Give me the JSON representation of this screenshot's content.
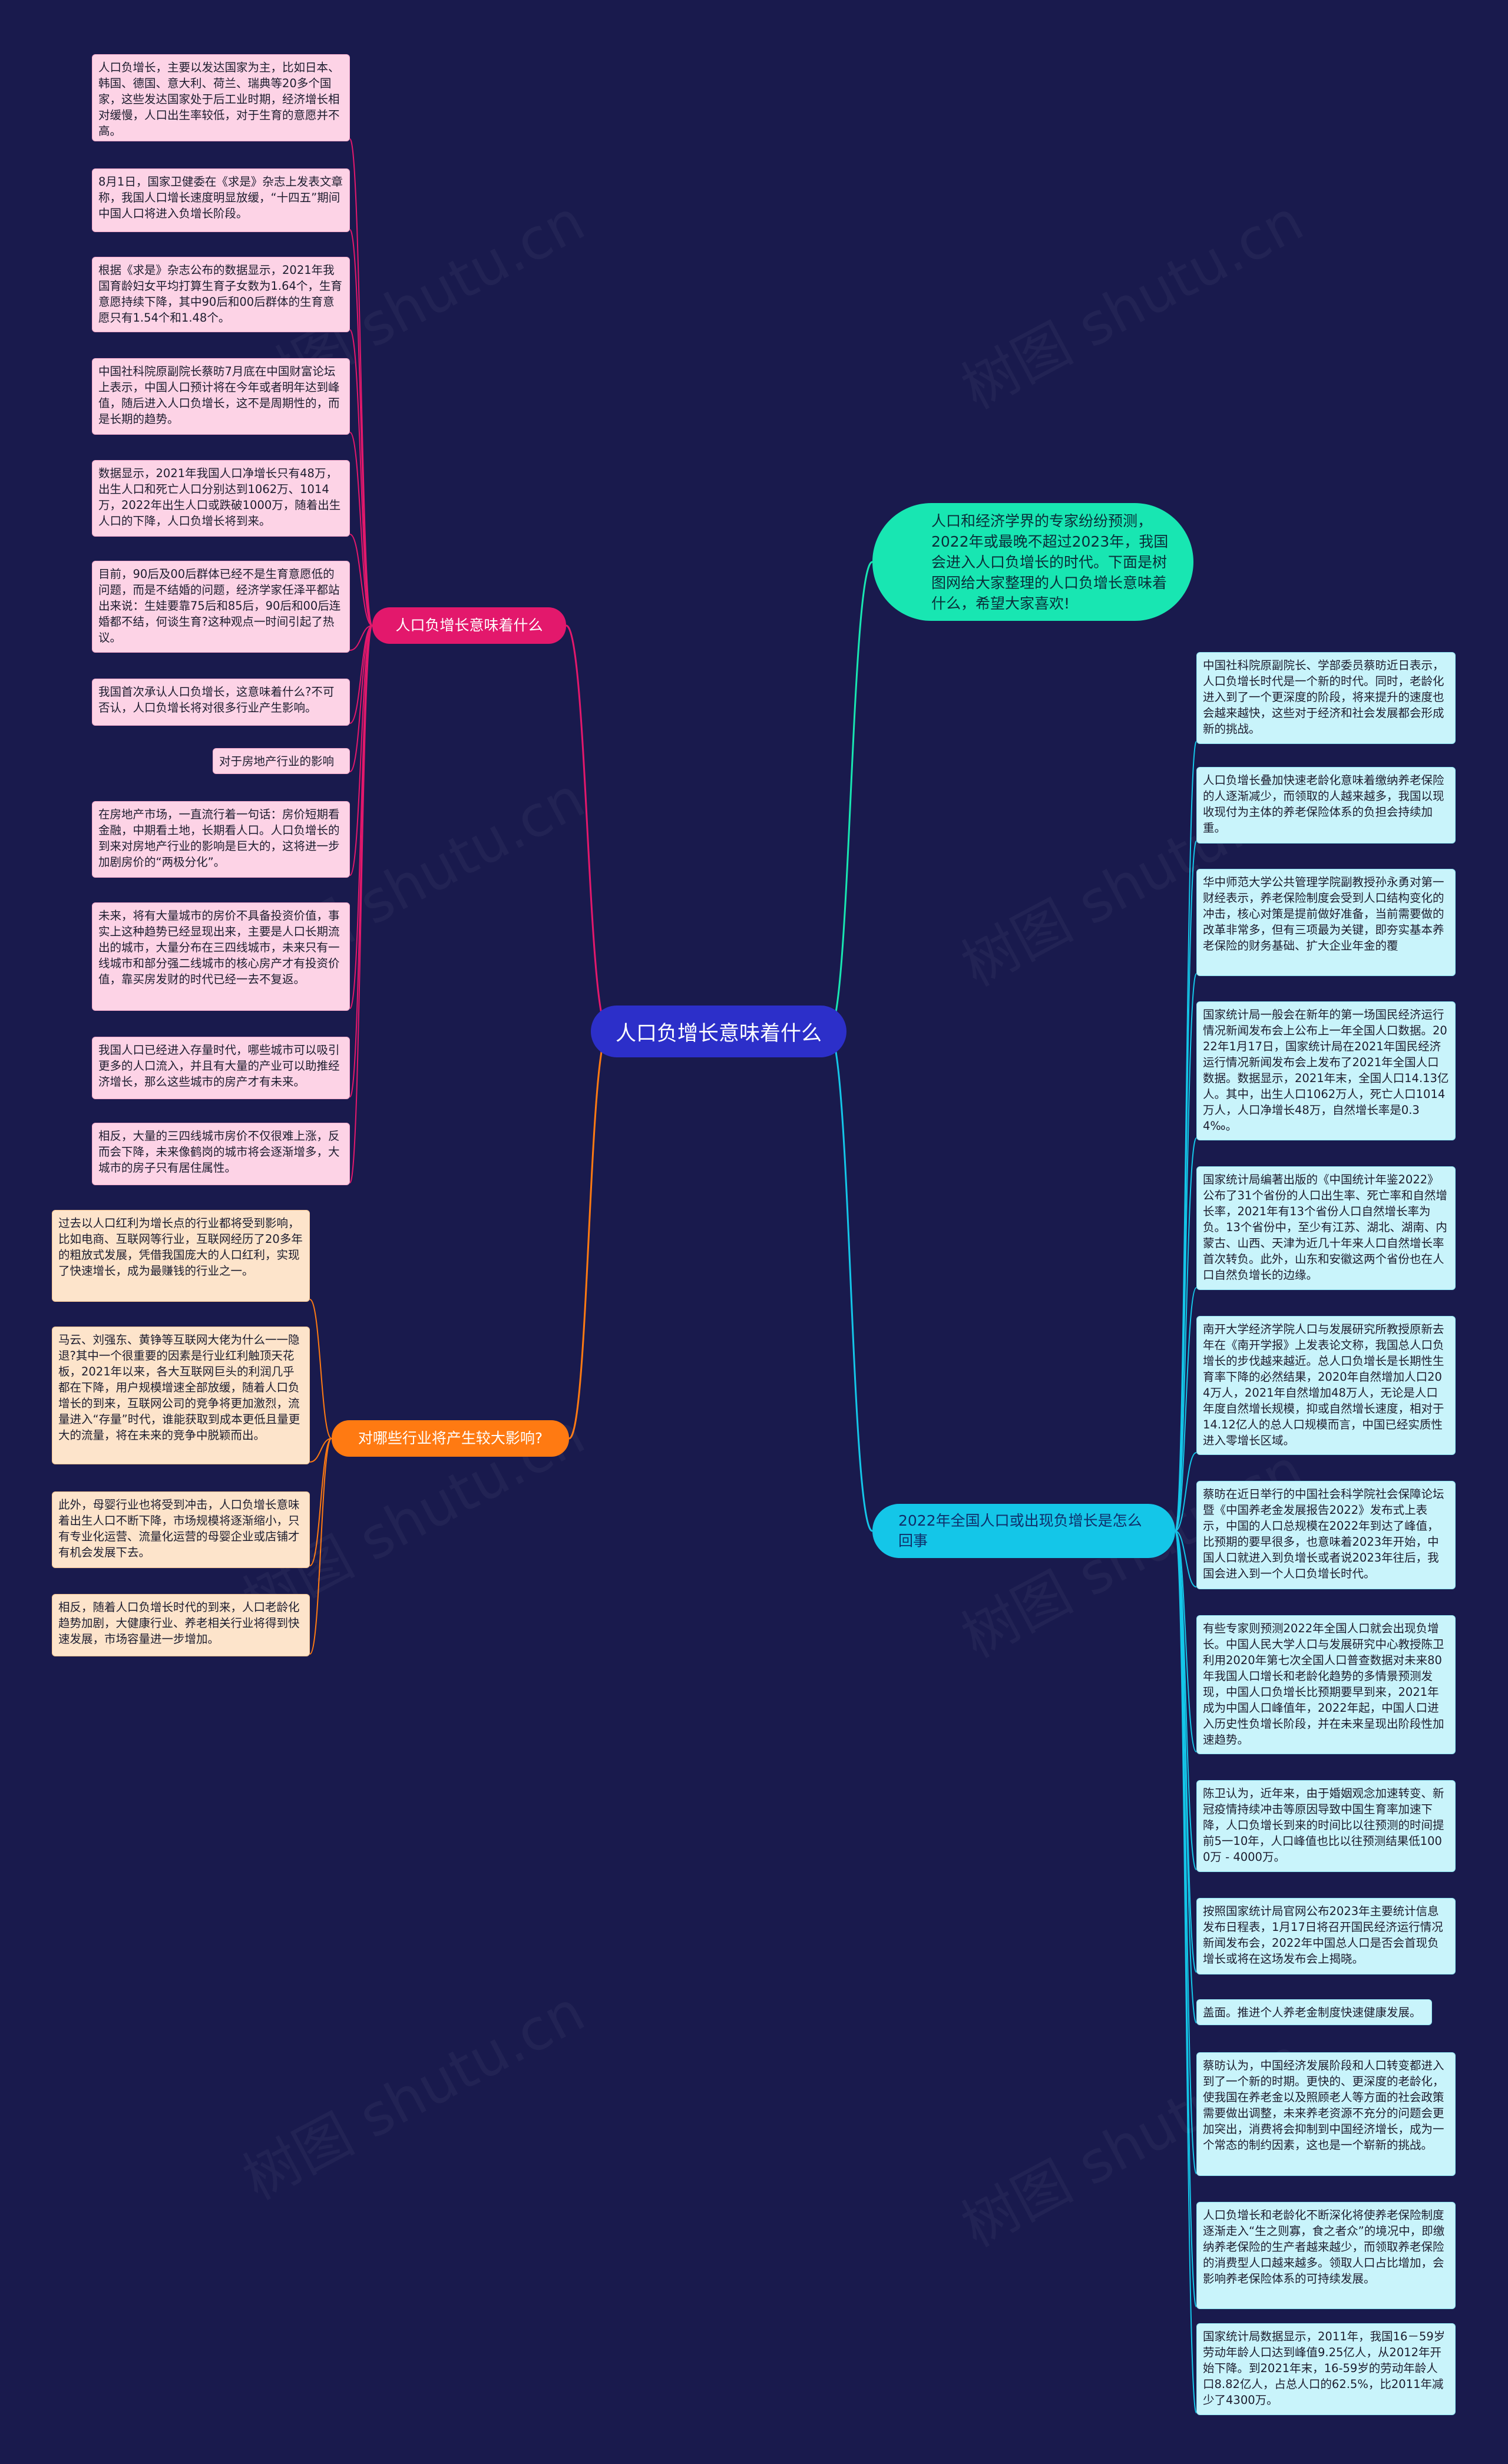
{
  "root": {
    "label": "人口负增长意味着什么"
  },
  "branches": {
    "meaning": {
      "label": "人口负增长意味着什么",
      "items": [
        "人口负增长，主要以发达国家为主，比如日本、韩国、德国、意大利、荷兰、瑞典等20多个国家，这些发达国家处于后工业时期，经济增长相对缓慢，人口出生率较低，对于生育的意愿并不高。",
        "8月1日，国家卫健委在《求是》杂志上发表文章称，我国人口增长速度明显放缓，“十四五”期间中国人口将进入负增长阶段。",
        "根据《求是》杂志公布的数据显示，2021年我国育龄妇女平均打算生育子女数为1.64个，生育意愿持续下降，其中90后和00后群体的生育意愿只有1.54个和1.48个。",
        "中国社科院原副院长蔡昉7月底在中国财富论坛上表示，中国人口预计将在今年或者明年达到峰值，随后进入人口负增长，这不是周期性的，而是长期的趋势。",
        "数据显示，2021年我国人口净增长只有48万，出生人口和死亡人口分别达到1062万、1014万，2022年出生人口或跌破1000万，随着出生人口的下降，人口负增长将到来。",
        "目前，90后及00后群体已经不是生育意愿低的问题，而是不结婚的问题，经济学家任泽平都站出来说：生娃要靠75后和85后，90后和00后连婚都不结，何谈生育?这种观点一时间引起了热议。",
        "我国首次承认人口负增长，这意味着什么?不可否认，人口负增长将对很多行业产生影响。",
        "对于房地产行业的影响",
        "在房地产市场，一直流行着一句话：房价短期看金融，中期看土地，长期看人口。人口负增长的到来对房地产行业的影响是巨大的，这将进一步加剧房价的“两极分化”。",
        "未来，将有大量城市的房价不具备投资价值，事实上这种趋势已经显现出来，主要是人口长期流出的城市，大量分布在三四线城市，未来只有一线城市和部分强二线城市的核心房产才有投资价值，靠买房发财的时代已经一去不复返。",
        "我国人口已经进入存量时代，哪些城市可以吸引更多的人口流入，并且有大量的产业可以助推经济增长，那么这些城市的房产才有未来。",
        "相反，大量的三四线城市房价不仅很难上涨，反而会下降，未来像鹤岗的城市将会逐渐增多，大城市的房子只有居住属性。"
      ]
    },
    "industry": {
      "label": "对哪些行业将产生较大影响?",
      "items": [
        "过去以人口红利为增长点的行业都将受到影响，比如电商、互联网等行业，互联网经历了20多年的粗放式发展，凭借我国庞大的人口红利，实现了快速增长，成为最赚钱的行业之一。",
        "马云、刘强东、黄铮等互联网大佬为什么一一隐退?其中一个很重要的因素是行业红利触顶天花板，2021年以来，各大互联网巨头的利润几乎都在下降，用户规模增速全部放缓，随着人口负增长的到来，互联网公司的竞争将更加激烈，流量进入“存量”时代，谁能获取到成本更低且量更大的流量，将在未来的竞争中脱颖而出。",
        "此外，母婴行业也将受到冲击，人口负增长意味着出生人口不断下降，市场规模将逐渐缩小，只有专业化运营、流量化运营的母婴企业或店铺才有机会发展下去。",
        "相反，随着人口负增长时代的到来，人口老龄化趋势加剧，大健康行业、养老相关行业将得到快速发展，市场容量进一步增加。"
      ]
    },
    "intro": {
      "label": "人口和经济学界的专家纷纷预测，2022年或最晚不超过2023年，我国会进入人口负增长的时代。下面是树图网给大家整理的人口负增长意味着什么，希望大家喜欢!"
    },
    "happening": {
      "label": "2022年全国人口或出现负增长是怎么回事",
      "items": [
        "中国社科院原副院长、学部委员蔡昉近日表示，人口负增长时代是一个新的时代。同时，老龄化进入到了一个更深度的阶段，将来提升的速度也会越来越快，这些对于经济和社会发展都会形成新的挑战。",
        "人口负增长叠加快速老龄化意味着缴纳养老保险的人逐渐减少，而领取的人越来越多，我国以现收现付为主体的养老保险体系的负担会持续加重。",
        "华中师范大学公共管理学院副教授孙永勇对第一财经表示，养老保险制度会受到人口结构变化的冲击，核心对策是提前做好准备，当前需要做的改革非常多，但有三项最为关键，即夯实基本养老保险的财务基础、扩大企业年金的覆",
        "国家统计局一般会在新年的第一场国民经济运行情况新闻发布会上公布上一年全国人口数据。2022年1月17日，国家统计局在2021年国民经济运行情况新闻发布会上发布了2021年全国人口数据。数据显示，2021年末，全国人口14.13亿人。其中，出生人口1062万人，死亡人口1014万人，人口净增长48万，自然增长率是0.34‰。",
        "国家统计局编著出版的《中国统计年鉴2022》公布了31个省份的人口出生率、死亡率和自然增长率，2021年有13个省份人口自然增长率为负。13个省份中，至少有江苏、湖北、湖南、内蒙古、山西、天津为近几十年来人口自然增长率首次转负。此外，山东和安徽这两个省份也在人口自然负增长的边缘。",
        "南开大学经济学院人口与发展研究所教授原新去年在《南开学报》上发表论文称，我国总人口负增长的步伐越来越近。总人口负增长是长期性生育率下降的必然结果，2020年自然增加人口204万人，2021年自然增加48万人，无论是人口年度自然增长规模，抑或自然增长速度，相对于14.12亿人的总人口规模而言，中国已经实质性进入零增长区域。",
        "蔡昉在近日举行的中国社会科学院社会保障论坛暨《中国养老金发展报告2022》发布式上表示，中国的人口总规模在2022年到达了峰值，比预期的要早很多，也意味着2023年开始，中国人口就进入到负增长或者说2023年往后，我国会进入到一个人口负增长时代。",
        "有些专家则预测2022年全国人口就会出现负增长。中国人民大学人口与发展研究中心教授陈卫利用2020年第七次全国人口普查数据对未来80年我国人口增长和老龄化趋势的多情景预测发现，中国人口负增长比预期要早到来，2021年成为中国人口峰值年，2022年起，中国人口进入历史性负增长阶段，并在未来呈现出阶段性加速趋势。",
        "陈卫认为，近年来，由于婚姻观念加速转变、新冠疫情持续冲击等原因导致中国生育率加速下降，人口负增长到来的时间比以往预测的时间提前5一10年，人口峰值也比以往预测结果低1000万 - 4000万。",
        "按照国家统计局官网公布2023年主要统计信息发布日程表，1月17日将召开国民经济运行情况新闻发布会，2022年中国总人口是否会首现负增长或将在这场发布会上揭晓。",
        "盖面。推进个人养老金制度快速健康发展。",
        "蔡昉认为，中国经济发展阶段和人口转变都进入到了一个新的时期。更快的、更深度的老龄化，使我国在养老金以及照顾老人等方面的社会政策需要做出调整，未来养老资源不充分的问题会更加突出，消费将会抑制到中国经济增长，成为一个常态的制约因素，这也是一个崭新的挑战。",
        "人口负增长和老龄化不断深化将使养老保险制度逐渐走入“生之则寡，食之者众”的境况中，即缴纳养老保险的生产者越来越少，而领取养老保险的消费型人口越来越多。领取人口占比增加，会影响养老保险体系的可持续发展。",
        "国家统计局数据显示，2011年，我国16－59岁劳动年龄人口达到峰值9.25亿人，从2012年开始下降。到2021年末，16-59岁的劳动年龄人口8.82亿人，占总人口的62.5%，比2011年减少了4300万。"
      ]
    }
  },
  "watermark": "树图 shutu.cn",
  "colors": {
    "background": "#191a4d",
    "pink": "#e3186c",
    "orange": "#ff7a12",
    "cyan": "#14c6e8",
    "green": "#18e6b2",
    "root": "#2c2fc9"
  }
}
